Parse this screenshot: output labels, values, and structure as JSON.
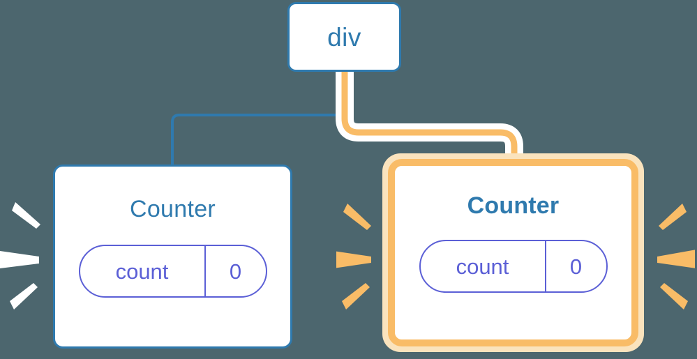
{
  "diagram": {
    "title": "React component tree re-render",
    "type": "component-tree",
    "background_color": "#4c666e"
  },
  "colors": {
    "background": "#4c666e",
    "node_border_blue": "#2f7aae",
    "node_title_blue": "#2f7aae",
    "node_fill": "#ffffff",
    "state_purple": "#5b5fd6",
    "highlight_orange": "#f9bc67",
    "highlight_halo": "#fae3bd",
    "edge_blue": "#2f7aae",
    "edge_orange": "#f9bc67",
    "edge_halo_white": "#ffffff",
    "sparkle_white": "#ffffff",
    "sparkle_orange": "#f9bc67"
  },
  "nodes": {
    "root": {
      "label": "div",
      "state": null,
      "highlighted": false
    },
    "left_counter": {
      "label": "Counter",
      "highlighted": false,
      "state": {
        "key": "count",
        "value": "0"
      }
    },
    "right_counter": {
      "label": "Counter",
      "highlighted": true,
      "state": {
        "key": "count",
        "value": "0"
      }
    }
  },
  "edges": [
    {
      "name": "div-to-left-counter",
      "from": "root",
      "to": "left_counter",
      "style": "thin",
      "color": "#2f7aae"
    },
    {
      "name": "div-to-right-counter",
      "from": "root",
      "to": "right_counter",
      "style": "thick-haloed",
      "color": "#f9bc67"
    }
  ],
  "sparkles": {
    "left_counter_left": {
      "color": "#ffffff",
      "count": 3
    },
    "right_counter_left": {
      "color": "#f9bc67",
      "count": 3
    },
    "right_counter_right": {
      "color": "#f9bc67",
      "count": 3
    }
  }
}
